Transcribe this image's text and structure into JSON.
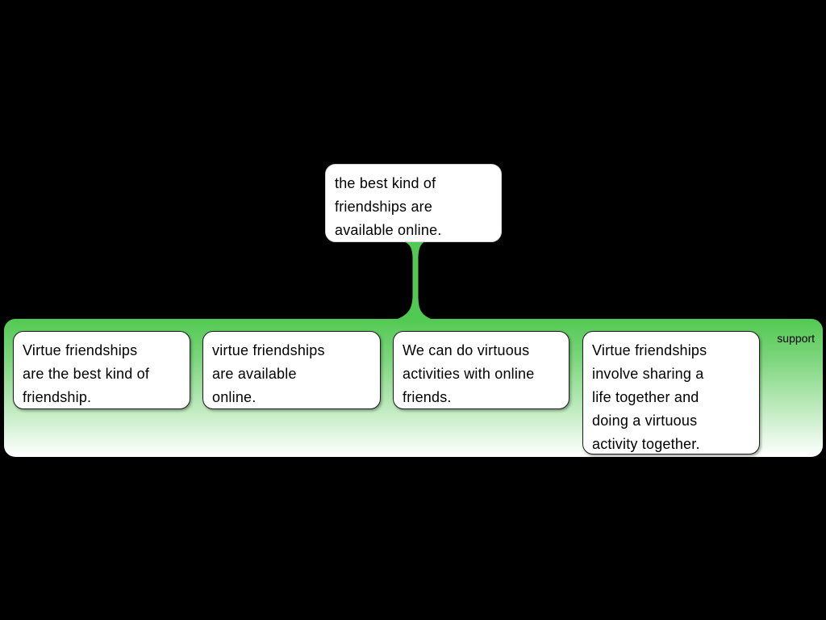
{
  "canvas": {
    "background_color": "#000000"
  },
  "claim": {
    "text": "the best kind of\nfriendships are\navailable online."
  },
  "connector": {
    "type": "support-link",
    "color": "#52c952"
  },
  "group": {
    "label": "support",
    "gradient_top_color": "#52c952",
    "gradient_bottom_color": "#ffffff",
    "premises": [
      {
        "text": "Virtue friendships\nare the best kind of\nfriendship."
      },
      {
        "text": "virtue friendships\nare available\nonline."
      },
      {
        "text": "We can do virtuous\nactivities with online\nfriends."
      },
      {
        "text": "Virtue friendships\ninvolve sharing a\nlife together and\ndoing a virtuous\nactivity together."
      }
    ]
  }
}
